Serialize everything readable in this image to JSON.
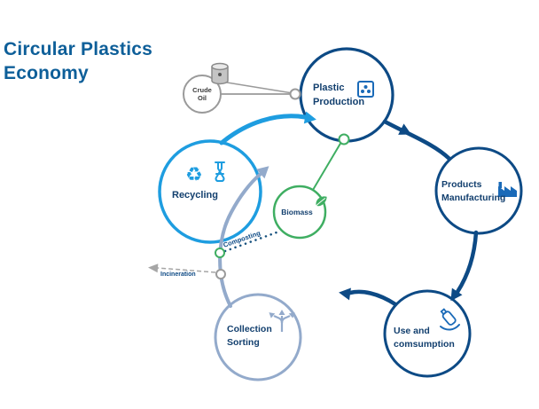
{
  "title": {
    "text": "Circular Plastics\nEconomy"
  },
  "nodes": {
    "crude_oil": {
      "label": "Crude\nOil"
    },
    "plastic_production": {
      "label": "Plastic\nProduction"
    },
    "products_manufacturing": {
      "label": "Products\nManufacturing"
    },
    "use_consumption": {
      "label": "Use and\ncomsumption"
    },
    "collection_sorting": {
      "label": "Collection\nSorting"
    },
    "recycling": {
      "label": "Recycling"
    },
    "biomass": {
      "label": "Biomass"
    }
  },
  "branches": {
    "composting": {
      "label": "Composting"
    },
    "incineration": {
      "label": "Incineration"
    }
  },
  "icons": {
    "recycle_glyph": "♻",
    "names": [
      "crude-oil-barrel-icon",
      "plastic-production-icon",
      "products-manufacturing-icon",
      "use-consumption-icon",
      "collection-sorting-icon",
      "recycle-icon",
      "flask-icon",
      "biomass-leaf-icon"
    ]
  },
  "colors": {
    "navy": "#0d4a85",
    "bright_blue": "#1e9de0",
    "steel_blue": "#93aacb",
    "green": "#3fae62",
    "gray": "#9a9a9a",
    "title_blue": "#0e5f99",
    "label_text": "#123f6e"
  }
}
